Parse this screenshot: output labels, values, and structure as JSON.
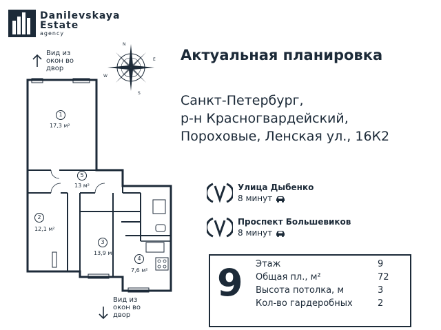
{
  "logo": {
    "line1": "Danilevskaya",
    "line2": "Estate",
    "line3": "agency"
  },
  "title": "Актуальная планировка",
  "address": [
    "Санкт-Петербург,",
    "р-н Красногвардейский,",
    "Пороховые, Ленская ул., 16К2"
  ],
  "metro": [
    {
      "name": "Улица Дыбенко",
      "time": "8 минут"
    },
    {
      "name": "Проспект Большевиков",
      "time": "8 минут"
    }
  ],
  "floor": "9",
  "info": [
    {
      "label": "Этаж",
      "value": "9"
    },
    {
      "label": "Общая пл., м²",
      "value": "72"
    },
    {
      "label": "Высота потолка, м",
      "value": "3"
    },
    {
      "label": "Кол-во гардеробных",
      "value": "2"
    }
  ],
  "view_top": [
    "Вид из",
    "окон во",
    "двор"
  ],
  "view_bottom": [
    "Вид из",
    "окон во",
    "двор"
  ],
  "compass": {
    "n": "N",
    "e": "E",
    "s": "S",
    "w": "W"
  },
  "rooms": [
    {
      "num": "1",
      "area": "17,3 м²"
    },
    {
      "num": "2",
      "area": "12,1 м²"
    },
    {
      "num": "3",
      "area": "13,9 м²"
    },
    {
      "num": "4",
      "area": "7,6 м²"
    },
    {
      "num": "5",
      "area": "13 м²"
    }
  ],
  "colors": {
    "primary": "#1c2a38",
    "background": "#ffffff"
  }
}
